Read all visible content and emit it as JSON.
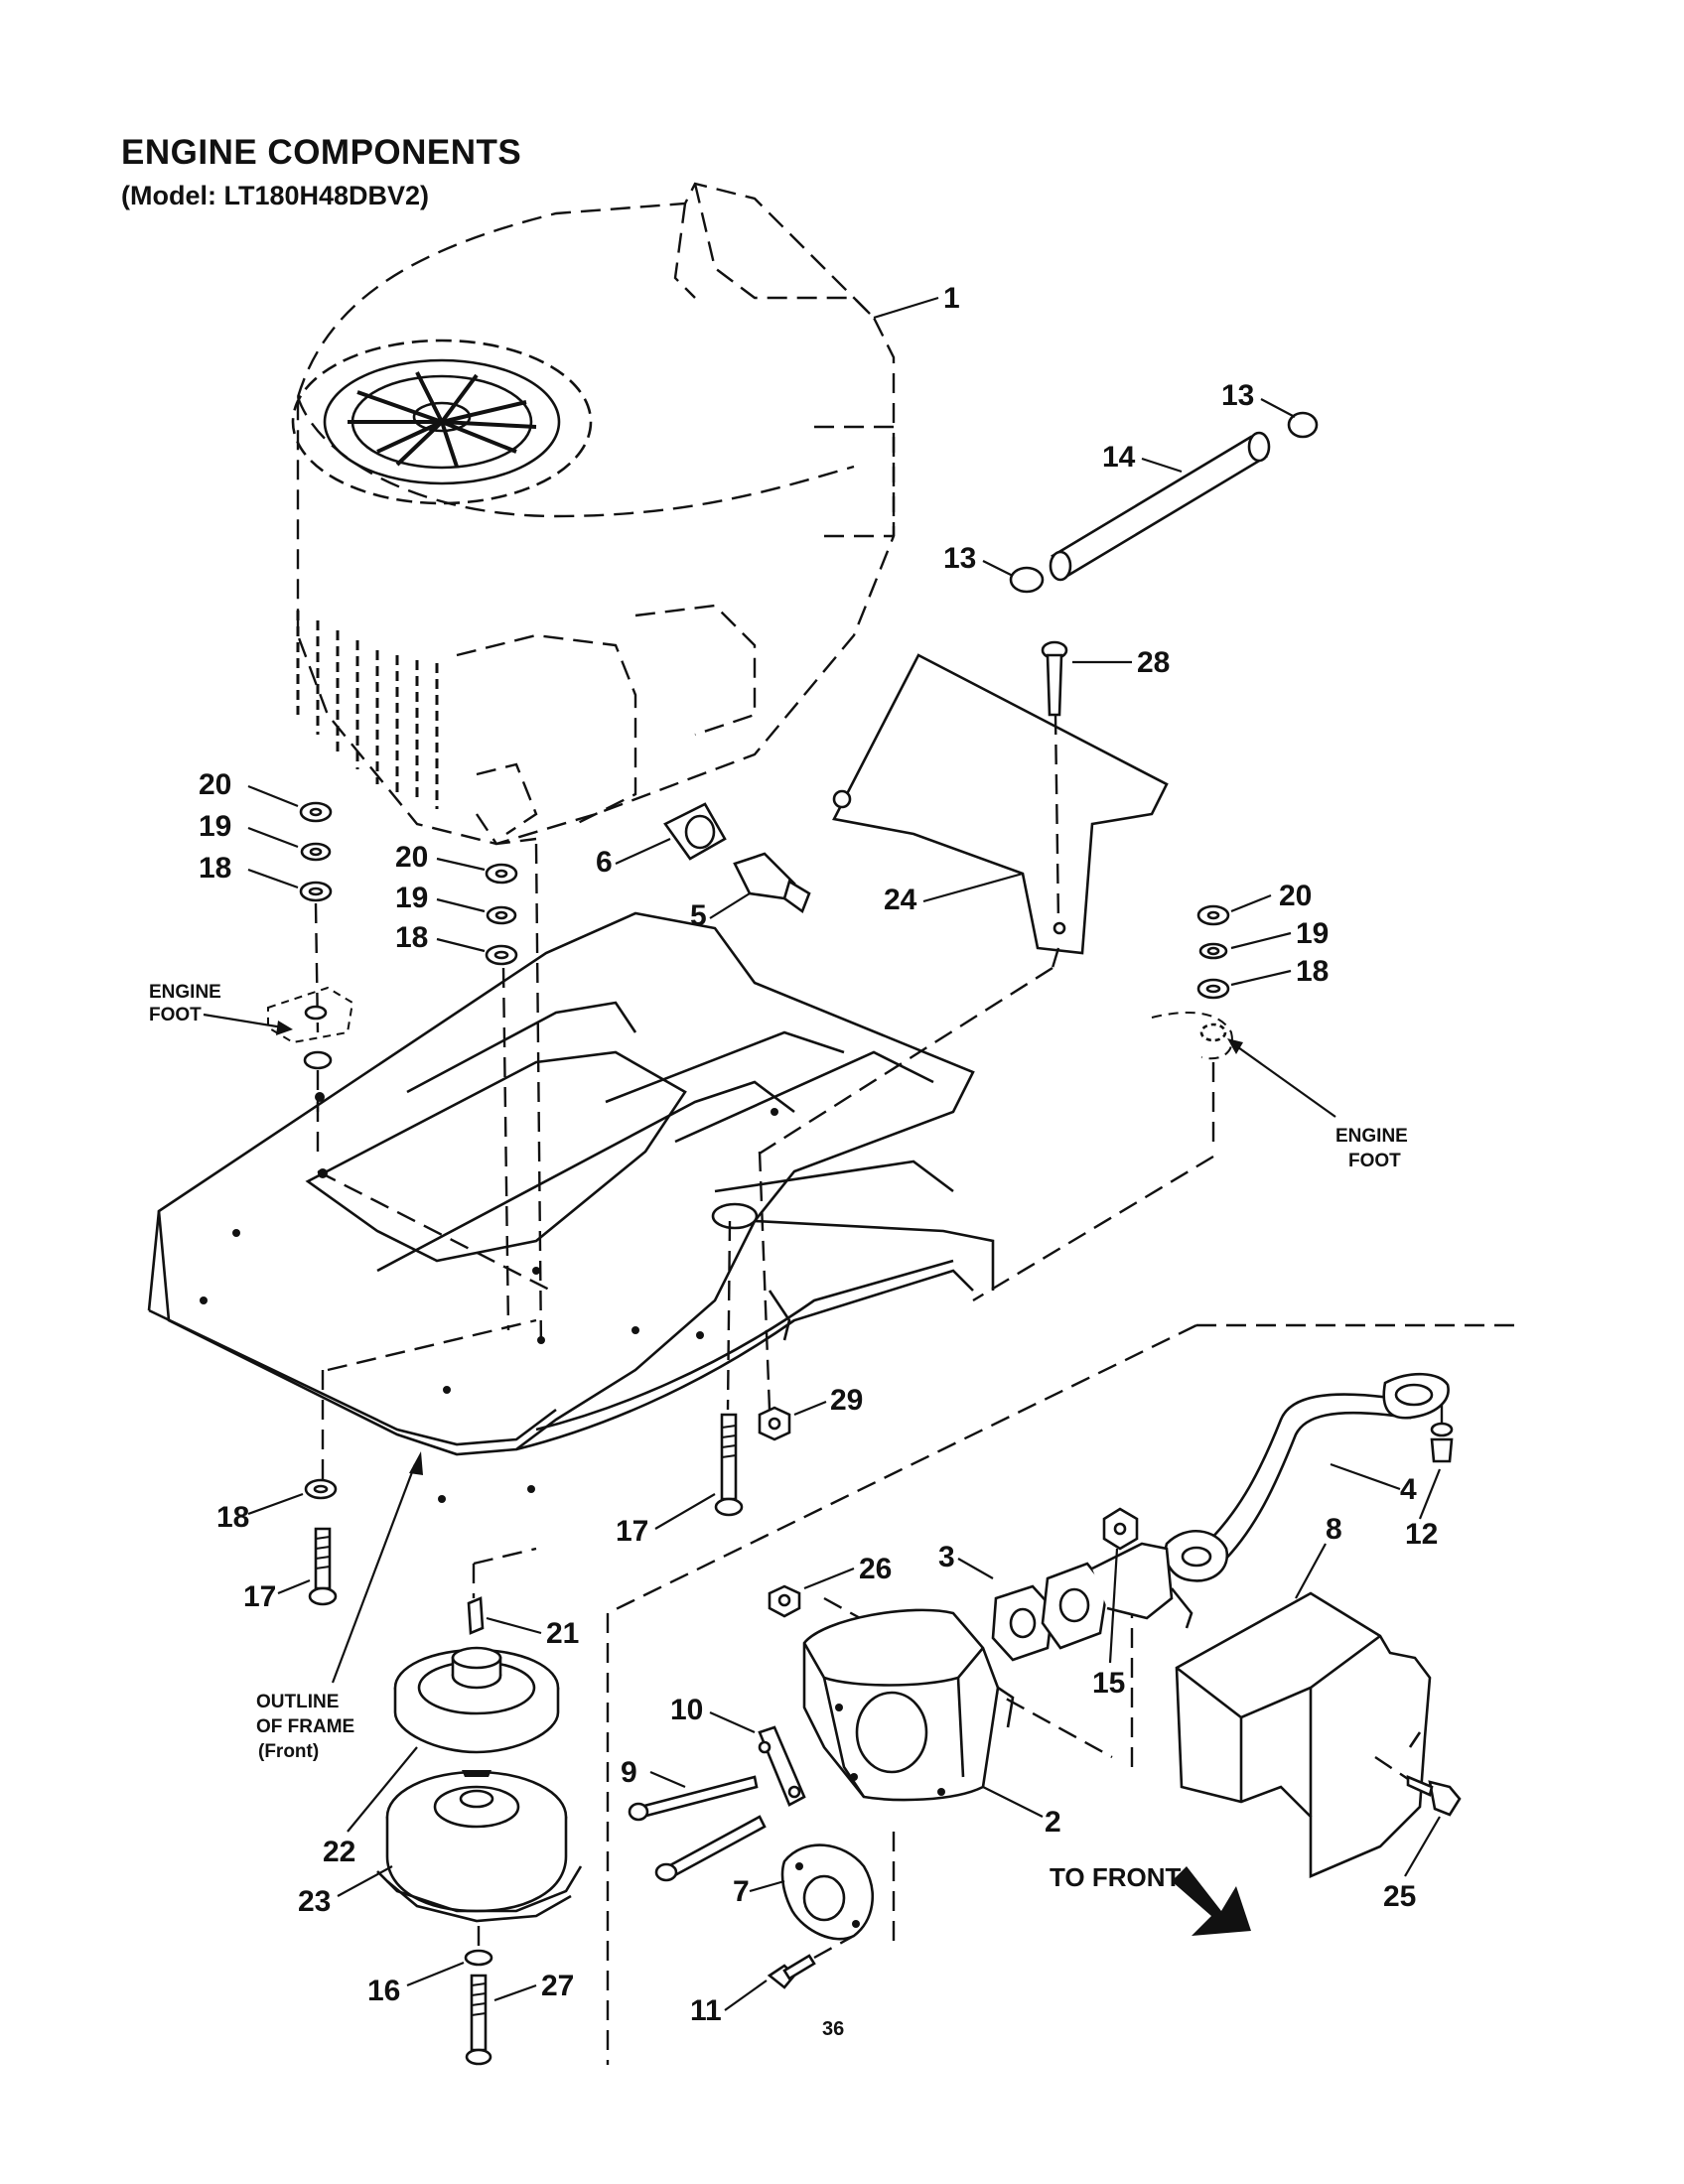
{
  "header": {
    "title": "ENGINE COMPONENTS",
    "subtitle": "(Model: LT180H48DBV2)"
  },
  "callouts": {
    "c1": "1",
    "c2": "2",
    "c3": "3",
    "c4": "4",
    "c5": "5",
    "c6": "6",
    "c7": "7",
    "c8": "8",
    "c9": "9",
    "c10": "10",
    "c11": "11",
    "c12": "12",
    "c13a": "13",
    "c13b": "13",
    "c14": "14",
    "c15": "15",
    "c16": "16",
    "c17a": "17",
    "c17b": "17",
    "c18a": "18",
    "c18b": "18",
    "c18c": "18",
    "c18d": "18",
    "c19a": "19",
    "c19b": "19",
    "c19c": "19",
    "c20a": "20",
    "c20b": "20",
    "c20c": "20",
    "c21": "21",
    "c22": "22",
    "c23": "23",
    "c24": "24",
    "c25": "25",
    "c26": "26",
    "c27": "27",
    "c28": "28",
    "c29": "29"
  },
  "labels": {
    "engine_foot_left_1": "ENGINE",
    "engine_foot_left_2": "FOOT",
    "engine_foot_right_1": "ENGINE",
    "engine_foot_right_2": "FOOT",
    "outline_1": "OUTLINE",
    "outline_2": "OF FRAME",
    "outline_3": "(Front)",
    "to_front": "TO FRONT"
  },
  "page_number": "36"
}
